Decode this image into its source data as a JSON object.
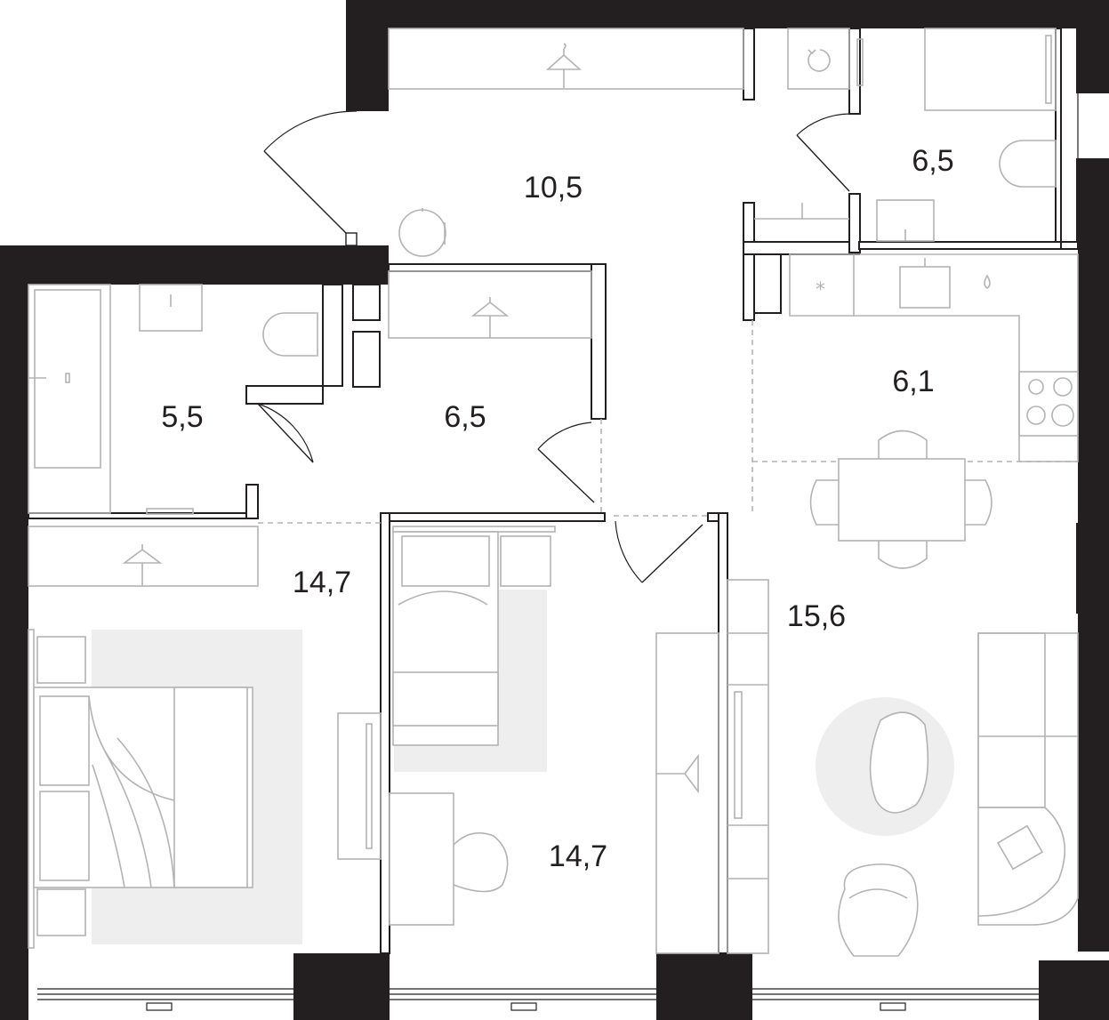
{
  "rooms": [
    {
      "id": "hall",
      "area": "10,5"
    },
    {
      "id": "bath-upper",
      "area": "6,5"
    },
    {
      "id": "bath-lower",
      "area": "5,5"
    },
    {
      "id": "corridor",
      "area": "6,5"
    },
    {
      "id": "kitchen",
      "area": "6,1"
    },
    {
      "id": "bedroom",
      "area": "14,7"
    },
    {
      "id": "child-room",
      "area": "14,7"
    },
    {
      "id": "living",
      "area": "15,6"
    }
  ],
  "colors": {
    "wall": "#231f20",
    "furniture": "#b3b3b3",
    "rug": "#eeeeee"
  }
}
